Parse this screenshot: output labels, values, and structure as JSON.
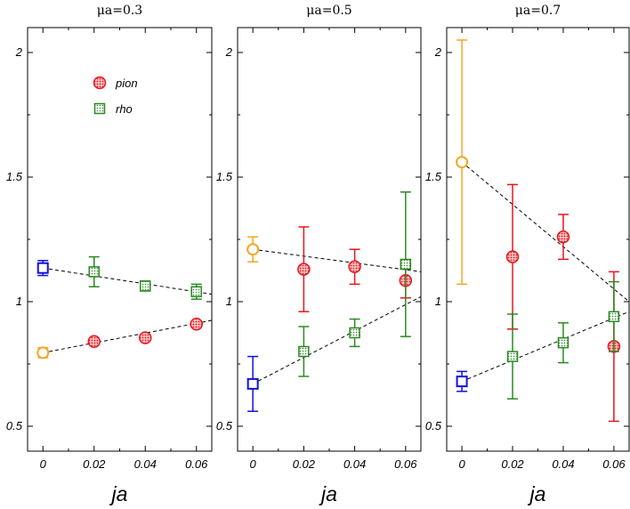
{
  "colors": {
    "pion_edge": "#e8151d",
    "pion_fill": "#f3a0a4",
    "rho_edge": "#2a8a23",
    "rho_fill": "#b8ddb5",
    "extrap_circle": "#f5a623",
    "extrap_square": "#1111dd",
    "fit_line": "#000000"
  },
  "chart_data": [
    {
      "type": "scatter",
      "title": "μa=0.3",
      "xlabel": "ja",
      "ylim": [
        0.4,
        2.1
      ],
      "xlim": [
        -0.006,
        0.066
      ],
      "xticks": [
        "0",
        "0.02",
        "0.04",
        "0.06"
      ],
      "yticks": [
        "0.5",
        "1",
        "1.5",
        "2"
      ],
      "legend": {
        "position": "top-left",
        "entries": [
          "pion",
          "rho"
        ]
      },
      "series": [
        {
          "name": "pion",
          "marker": "circle",
          "x": [
            0.02,
            0.04,
            0.06
          ],
          "y": [
            0.84,
            0.855,
            0.91
          ],
          "err": [
            0.012,
            0.012,
            0.012
          ]
        },
        {
          "name": "rho",
          "marker": "square",
          "x": [
            0.02,
            0.04,
            0.06
          ],
          "y": [
            1.12,
            1.063,
            1.04
          ],
          "err": [
            0.06,
            0.02,
            0.03
          ]
        }
      ],
      "extrapolations": [
        {
          "marker": "circle",
          "x": 0,
          "y": 0.795,
          "err": 0.02
        },
        {
          "marker": "square",
          "x": 0,
          "y": 1.135,
          "err": 0.03
        }
      ],
      "fits": [
        {
          "y0": 0.795,
          "y1": 0.925
        },
        {
          "y0": 1.135,
          "y1": 1.03
        }
      ]
    },
    {
      "type": "scatter",
      "title": "μa=0.5",
      "xlabel": "ja",
      "ylim": [
        0.4,
        2.1
      ],
      "xlim": [
        -0.006,
        0.066
      ],
      "xticks": [
        "0",
        "0.02",
        "0.04",
        "0.06"
      ],
      "yticks": [
        "0.5",
        "1",
        "1.5",
        "2"
      ],
      "series": [
        {
          "name": "pion",
          "marker": "circle",
          "x": [
            0.02,
            0.04,
            0.06
          ],
          "y": [
            1.13,
            1.14,
            1.085
          ],
          "err": [
            0.17,
            0.07,
            0.07
          ]
        },
        {
          "name": "rho",
          "marker": "square",
          "x": [
            0.02,
            0.04,
            0.06
          ],
          "y": [
            0.8,
            0.875,
            1.15
          ],
          "err": [
            0.1,
            0.055,
            0.29
          ]
        }
      ],
      "extrapolations": [
        {
          "marker": "circle",
          "x": 0,
          "y": 1.21,
          "err": 0.05
        },
        {
          "marker": "square",
          "x": 0,
          "y": 0.67,
          "err": 0.11
        }
      ],
      "fits": [
        {
          "y0": 1.21,
          "y1": 1.12
        },
        {
          "y0": 0.67,
          "y1": 1.02
        }
      ]
    },
    {
      "type": "scatter",
      "title": "μa=0.7",
      "xlabel": "ja",
      "ylim": [
        0.4,
        2.1
      ],
      "xlim": [
        -0.006,
        0.066
      ],
      "xticks": [
        "0",
        "0.02",
        "0.04",
        "0.06"
      ],
      "yticks": [
        "0.5",
        "1",
        "1.5",
        "2"
      ],
      "series": [
        {
          "name": "pion",
          "marker": "circle",
          "x": [
            0.02,
            0.04,
            0.06
          ],
          "y": [
            1.18,
            1.26,
            0.82
          ],
          "err": [
            0.29,
            0.09,
            0.3
          ]
        },
        {
          "name": "rho",
          "marker": "square",
          "x": [
            0.02,
            0.04,
            0.06
          ],
          "y": [
            0.78,
            0.835,
            0.94
          ],
          "err": [
            0.17,
            0.08,
            0.14
          ]
        }
      ],
      "extrapolations": [
        {
          "marker": "circle",
          "x": 0,
          "y": 1.56,
          "err": 0.49
        },
        {
          "marker": "square",
          "x": 0,
          "y": 0.68,
          "err": 0.04
        }
      ],
      "fits": [
        {
          "y0": 1.56,
          "y1": 1.0
        },
        {
          "y0": 0.68,
          "y1": 0.96
        }
      ]
    }
  ]
}
